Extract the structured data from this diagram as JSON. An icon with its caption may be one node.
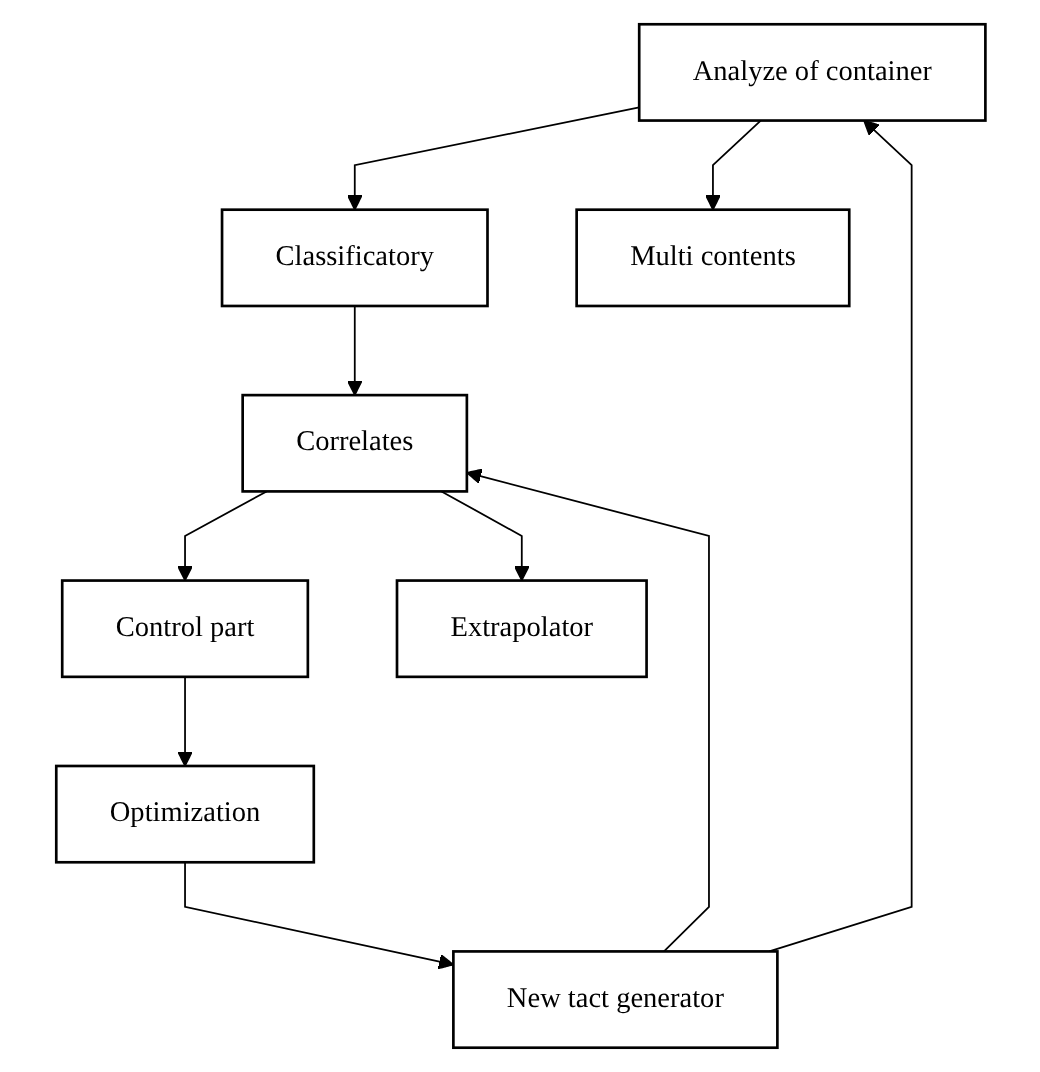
{
  "diagram": {
    "nodes": [
      {
        "text": [
          "Extrapolator"
        ]
      },
      {
        "text": [
          "Analyze of container"
        ]
      },
      {
        "text": [
          "Classificatory"
        ]
      },
      {
        "text": [
          "Correlates"
        ]
      },
      {
        "text": [
          "Control part"
        ]
      },
      {
        "text": [
          "Optimization"
        ]
      },
      {
        "text": [
          "New tact generator"
        ]
      },
      {
        "text": [
          "Multi contents"
        ]
      }
    ],
    "edges": [
      {
        "from": 1,
        "to": 2,
        "arrow": "to"
      },
      {
        "from": 2,
        "to": 3,
        "arrow": "to"
      },
      {
        "from": 3,
        "to": 4,
        "arrow": "to"
      },
      {
        "from": 4,
        "to": 5,
        "arrow": "to"
      },
      {
        "from": 5,
        "to": 6,
        "arrow": "to"
      },
      {
        "from": 1,
        "to": 7,
        "arrow": "to"
      },
      {
        "from": 3,
        "to": 0,
        "arrow": "to"
      },
      {
        "from": 6,
        "to": 1,
        "arrow": "to"
      },
      {
        "from": 6,
        "to": 3,
        "arrow": "to"
      }
    ]
  }
}
